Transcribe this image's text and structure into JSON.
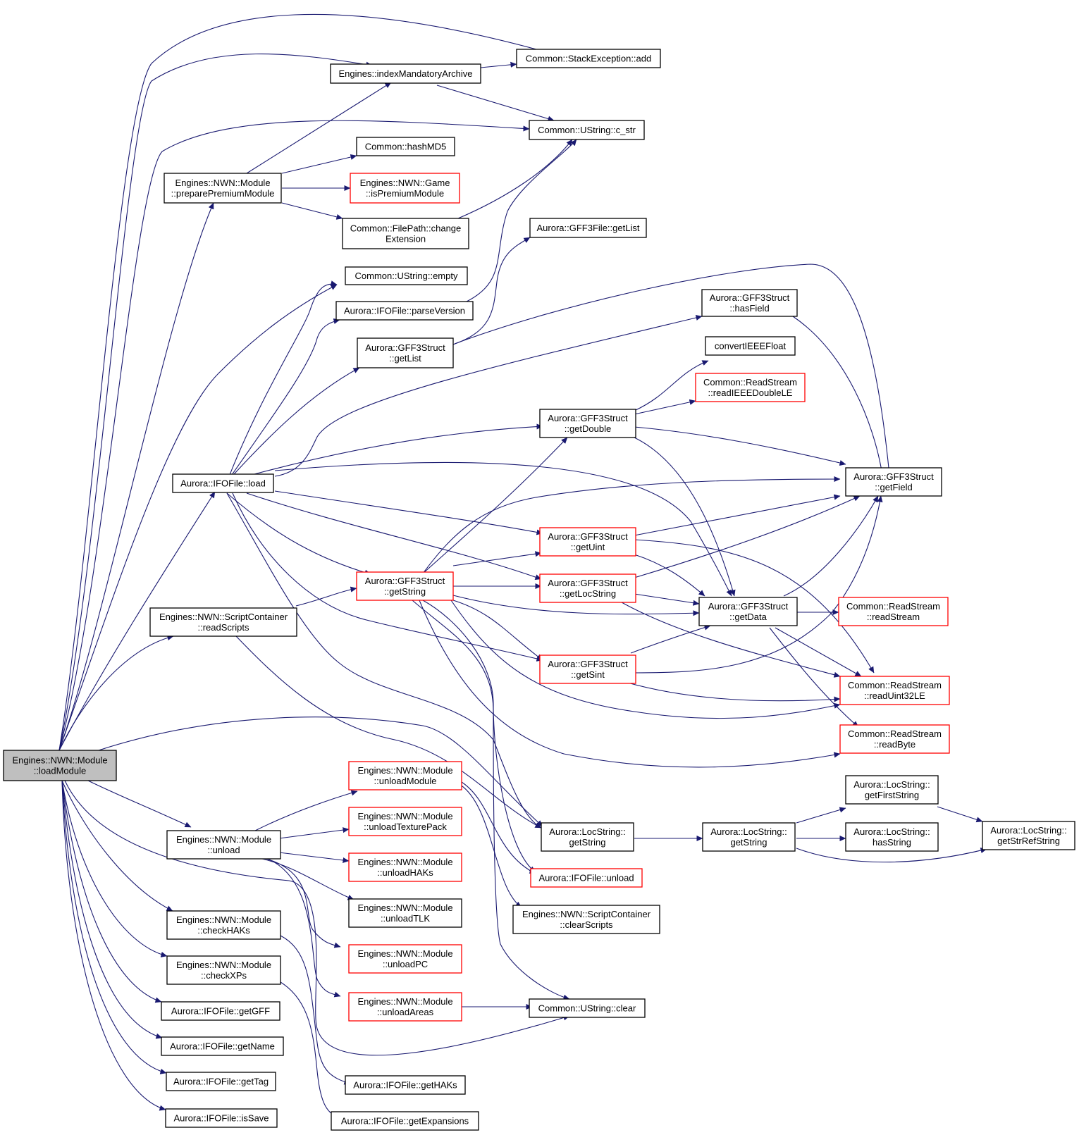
{
  "colors": {
    "edge": "#191970",
    "normal_border": "#000000",
    "truncated_border": "#ff0000",
    "root_fill": "#bfbfbf",
    "fill": "#ffffff"
  },
  "nodes": [
    {
      "id": "loadModule",
      "lines": [
        "Engines::NWN::Module",
        "::loadModule"
      ],
      "style": "root"
    },
    {
      "id": "stackAdd",
      "lines": [
        "Common::StackException::add"
      ],
      "style": "normal"
    },
    {
      "id": "indexMandatory",
      "lines": [
        "Engines::indexMandatoryArchive"
      ],
      "style": "normal"
    },
    {
      "id": "cstr",
      "lines": [
        "Common::UString::c_str"
      ],
      "style": "normal"
    },
    {
      "id": "hashMD5",
      "lines": [
        "Common::hashMD5"
      ],
      "style": "normal"
    },
    {
      "id": "preparePremium",
      "lines": [
        "Engines::NWN::Module",
        "::preparePremiumModule"
      ],
      "style": "normal"
    },
    {
      "id": "isPremium",
      "lines": [
        "Engines::NWN::Game",
        "::isPremiumModule"
      ],
      "style": "truncated"
    },
    {
      "id": "changeExt",
      "lines": [
        "Common::FilePath::change",
        "Extension"
      ],
      "style": "normal"
    },
    {
      "id": "gff3FileGetList",
      "lines": [
        "Aurora::GFF3File::getList"
      ],
      "style": "normal"
    },
    {
      "id": "ustrEmpty",
      "lines": [
        "Common::UString::empty"
      ],
      "style": "normal"
    },
    {
      "id": "parseVersion",
      "lines": [
        "Aurora::IFOFile::parseVersion"
      ],
      "style": "normal"
    },
    {
      "id": "hasField",
      "lines": [
        "Aurora::GFF3Struct",
        "::hasField"
      ],
      "style": "normal"
    },
    {
      "id": "structGetList",
      "lines": [
        "Aurora::GFF3Struct",
        "::getList"
      ],
      "style": "normal"
    },
    {
      "id": "convertIEEE",
      "lines": [
        "convertIEEEFloat"
      ],
      "style": "normal"
    },
    {
      "id": "readIEEEDouble",
      "lines": [
        "Common::ReadStream",
        "::readIEEEDoubleLE"
      ],
      "style": "truncated"
    },
    {
      "id": "getDouble",
      "lines": [
        "Aurora::GFF3Struct",
        "::getDouble"
      ],
      "style": "normal"
    },
    {
      "id": "getField",
      "lines": [
        "Aurora::GFF3Struct",
        "::getField"
      ],
      "style": "normal"
    },
    {
      "id": "ifoLoad",
      "lines": [
        "Aurora::IFOFile::load"
      ],
      "style": "normal"
    },
    {
      "id": "getUint",
      "lines": [
        "Aurora::GFF3Struct",
        "::getUint"
      ],
      "style": "truncated"
    },
    {
      "id": "getStringS",
      "lines": [
        "Aurora::GFF3Struct",
        "::getString"
      ],
      "style": "truncated"
    },
    {
      "id": "getLocString",
      "lines": [
        "Aurora::GFF3Struct",
        "::getLocString"
      ],
      "style": "truncated"
    },
    {
      "id": "getData",
      "lines": [
        "Aurora::GFF3Struct",
        "::getData"
      ],
      "style": "normal"
    },
    {
      "id": "readStream",
      "lines": [
        "Common::ReadStream",
        "::readStream"
      ],
      "style": "truncated"
    },
    {
      "id": "readScripts",
      "lines": [
        "Engines::NWN::ScriptContainer",
        "::readScripts"
      ],
      "style": "normal"
    },
    {
      "id": "getSint",
      "lines": [
        "Aurora::GFF3Struct",
        "::getSint"
      ],
      "style": "truncated"
    },
    {
      "id": "readUint32",
      "lines": [
        "Common::ReadStream",
        "::readUint32LE"
      ],
      "style": "truncated"
    },
    {
      "id": "readByte",
      "lines": [
        "Common::ReadStream",
        "::readByte"
      ],
      "style": "truncated"
    },
    {
      "id": "unloadModule",
      "lines": [
        "Engines::NWN::Module",
        "::unloadModule"
      ],
      "style": "truncated"
    },
    {
      "id": "getFirstString",
      "lines": [
        "Aurora::LocString::",
        "getFirstString"
      ],
      "style": "normal"
    },
    {
      "id": "unloadTexture",
      "lines": [
        "Engines::NWN::Module",
        "::unloadTexturePack"
      ],
      "style": "truncated"
    },
    {
      "id": "getStrRefString",
      "lines": [
        "Aurora::LocString::",
        "getStrRefString"
      ],
      "style": "normal"
    },
    {
      "id": "unload",
      "lines": [
        "Engines::NWN::Module",
        "::unload"
      ],
      "style": "normal"
    },
    {
      "id": "locGetString1",
      "lines": [
        "Aurora::LocString::",
        "getString"
      ],
      "style": "normal"
    },
    {
      "id": "locGetString2",
      "lines": [
        "Aurora::LocString::",
        "getString"
      ],
      "style": "normal"
    },
    {
      "id": "hasString",
      "lines": [
        "Aurora::LocString::",
        "hasString"
      ],
      "style": "normal"
    },
    {
      "id": "unloadHAKs",
      "lines": [
        "Engines::NWN::Module",
        "::unloadHAKs"
      ],
      "style": "truncated"
    },
    {
      "id": "ifoUnload",
      "lines": [
        "Aurora::IFOFile::unload"
      ],
      "style": "truncated"
    },
    {
      "id": "unloadTLK",
      "lines": [
        "Engines::NWN::Module",
        "::unloadTLK"
      ],
      "style": "normal"
    },
    {
      "id": "clearScripts",
      "lines": [
        "Engines::NWN::ScriptContainer",
        "::clearScripts"
      ],
      "style": "normal"
    },
    {
      "id": "checkHAKs",
      "lines": [
        "Engines::NWN::Module",
        "::checkHAKs"
      ],
      "style": "normal"
    },
    {
      "id": "unloadPC",
      "lines": [
        "Engines::NWN::Module",
        "::unloadPC"
      ],
      "style": "truncated"
    },
    {
      "id": "checkXPs",
      "lines": [
        "Engines::NWN::Module",
        "::checkXPs"
      ],
      "style": "normal"
    },
    {
      "id": "unloadAreas",
      "lines": [
        "Engines::NWN::Module",
        "::unloadAreas"
      ],
      "style": "truncated"
    },
    {
      "id": "ustrClear",
      "lines": [
        "Common::UString::clear"
      ],
      "style": "normal"
    },
    {
      "id": "getGFF",
      "lines": [
        "Aurora::IFOFile::getGFF"
      ],
      "style": "normal"
    },
    {
      "id": "getName",
      "lines": [
        "Aurora::IFOFile::getName"
      ],
      "style": "normal"
    },
    {
      "id": "getHAKs",
      "lines": [
        "Aurora::IFOFile::getHAKs"
      ],
      "style": "normal"
    },
    {
      "id": "getTag",
      "lines": [
        "Aurora::IFOFile::getTag"
      ],
      "style": "normal"
    },
    {
      "id": "getExpansions",
      "lines": [
        "Aurora::IFOFile::getExpansions"
      ],
      "style": "normal"
    },
    {
      "id": "isSave",
      "lines": [
        "Aurora::IFOFile::isSave"
      ],
      "style": "normal"
    }
  ]
}
